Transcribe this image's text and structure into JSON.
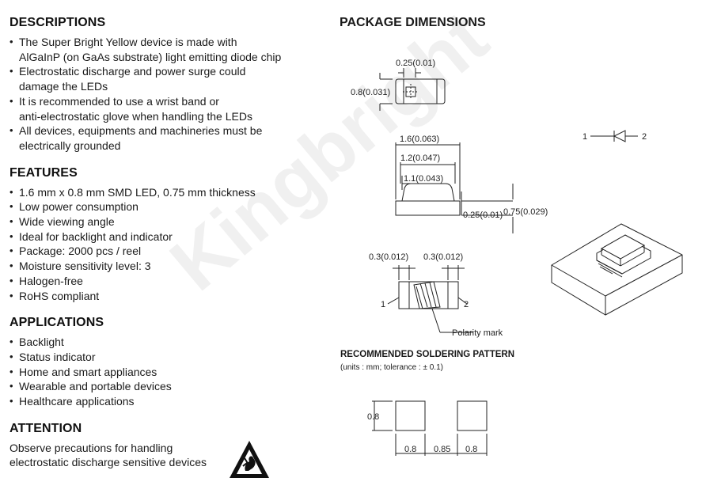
{
  "descriptions": {
    "title": "DESCRIPTIONS",
    "items": [
      [
        "The Super Bright Yellow device is made with",
        "AlGaInP (on GaAs substrate) light emitting diode chip"
      ],
      [
        "Electrostatic discharge and power surge could",
        "damage the LEDs"
      ],
      [
        "It is recommended to use a wrist band or",
        "anti-electrostatic glove when handling the LEDs"
      ],
      [
        "All devices, equipments and machineries must be",
        "electrically grounded"
      ]
    ]
  },
  "features": {
    "title": "FEATURES",
    "items": [
      "1.6 mm x 0.8 mm SMD LED, 0.75 mm thickness",
      "Low power consumption",
      "Wide viewing angle",
      "Ideal for backlight and indicator",
      "Package: 2000 pcs / reel",
      "Moisture sensitivity level: 3",
      "Halogen-free",
      "RoHS compliant"
    ]
  },
  "applications": {
    "title": "APPLICATIONS",
    "items": [
      "Backlight",
      "Status indicator",
      "Home and smart appliances",
      "Wearable and portable devices",
      "Healthcare applications"
    ]
  },
  "attention": {
    "title": "ATTENTION",
    "lines": [
      "Observe precautions for handling",
      "electrostatic discharge sensitive devices"
    ]
  },
  "package": {
    "title": "PACKAGE DIMENSIONS",
    "top_view": {
      "width_label": "0.25(0.01)",
      "height_label": "0.8(0.031)"
    },
    "side_view": {
      "overall": "1.6(0.063)",
      "mid": "1.2(0.047)",
      "inner": "1.1(0.043)",
      "pad_height": "0.25(0.01)",
      "total_height": "0.75(0.029)"
    },
    "bottom_view": {
      "left_pad": "0.3(0.012)",
      "right_pad": "0.3(0.012)",
      "pin1": "1",
      "pin2": "2",
      "polarity": "Polarity mark"
    },
    "diode_symbol": {
      "pin1": "1",
      "pin2": "2"
    }
  },
  "soldering": {
    "title": "RECOMMENDED SOLDERING PATTERN",
    "subtitle": "(units : mm; tolerance : ± 0.1)",
    "height": "0.8",
    "widths": [
      "0.8",
      "0.85",
      "0.8"
    ]
  },
  "watermark": "Kingbright"
}
